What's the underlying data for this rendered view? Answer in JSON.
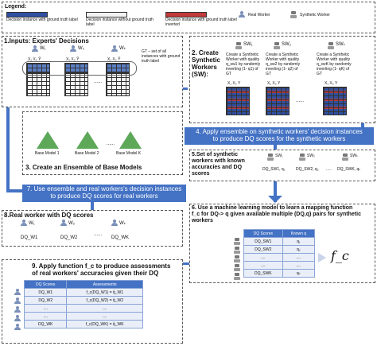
{
  "legend": {
    "title": "Legend:",
    "items": [
      "Decision instance with ground truth label",
      "Decision instance without ground truth label",
      "Decision instance with ground truth label inverted",
      "Real Worker",
      "Synthetic Worker"
    ]
  },
  "step1": {
    "title": "1.Inputs: Experts' Decisions",
    "workers": [
      "W₁",
      "W₂",
      "Wₖ"
    ],
    "cols": "X₁ X₂ Ŷ",
    "gt_note": "GT – set of all instances with ground truth label"
  },
  "step2": {
    "title": "2. Create Synthetic Workers (SW):",
    "workers": [
      "SW₁",
      "SW₂",
      "SWₖ"
    ],
    "desc1": "Create a Synthetic Worker with quality q_sw1 by randomly inverting (1- q1) of GT",
    "desc2": "Create a Synthetic Worker with quality q_sw2 by randomly inverting (1- q2) of GT",
    "descK": "Create a Synthetic Worker with quality q_swK by randomly inverting (1- qK) of GT",
    "cols": "X₁ X₂ Y"
  },
  "step3": {
    "title": "3. Create an Ensemble of Base Models",
    "models": [
      "Base Model 1",
      "Base Model 2",
      "Base Model K"
    ],
    "dots": "......"
  },
  "step4": {
    "line1": "4. Apply ensemble on synthetic workers' decision instances",
    "line2": "to produce  DQ scores for the synthetic workers"
  },
  "step5": {
    "title": "5.Set of synthetic workers with known accuracies and DQ scores",
    "workers": [
      "SW₁",
      "SW₂",
      "SWₖ"
    ],
    "pairs": [
      "DQ_SW1, q₁",
      "DQ_SW2, q₂",
      "DQ_SWK, qₖ"
    ],
    "dots": "....."
  },
  "step7": {
    "line1": "7. Use ensemble and real workers's decision instances",
    "line2": "to produce  DQ scores for real workers"
  },
  "step8": {
    "title": "8.Real worker with DQ scores",
    "workers": [
      "W₁",
      "W₂",
      "Wₖ"
    ],
    "scores": [
      "DQ_W1",
      "DQ_W2",
      "DQ_WK"
    ],
    "dots": "......"
  },
  "step6": {
    "line1": "6. Use a machine learning model to learn a mapping function",
    "line2": "f_c for DQ-> q given available multiple (DQ,q) pairs for synthetic",
    "line3": "workers",
    "headers": [
      "DQ Scores",
      "Known q"
    ],
    "rows": [
      [
        "DQ_SW1",
        "q₁"
      ],
      [
        "DQ_SW2",
        "q₂"
      ],
      [
        "....",
        "...."
      ],
      [
        "....",
        "...."
      ],
      [
        "DQ_SWK",
        "qₖ"
      ]
    ],
    "fc": "f_c"
  },
  "step9": {
    "line1": "9. Apply function f_c to produce assessments",
    "line2": "of real workers' accuracies given their DQ",
    "headers": [
      "DQ Scores",
      "Assessments"
    ],
    "rows": [
      [
        "DQ_W1",
        "f_c(DQ_W1) = q̂_W1"
      ],
      [
        "DQ_W2",
        "f_c(DQ_W2) = q̂_W2"
      ],
      [
        "....",
        "...."
      ],
      [
        "....",
        "...."
      ],
      [
        "DQ_WK",
        "f_c(DQ_WK) = q̂_WK"
      ]
    ]
  }
}
